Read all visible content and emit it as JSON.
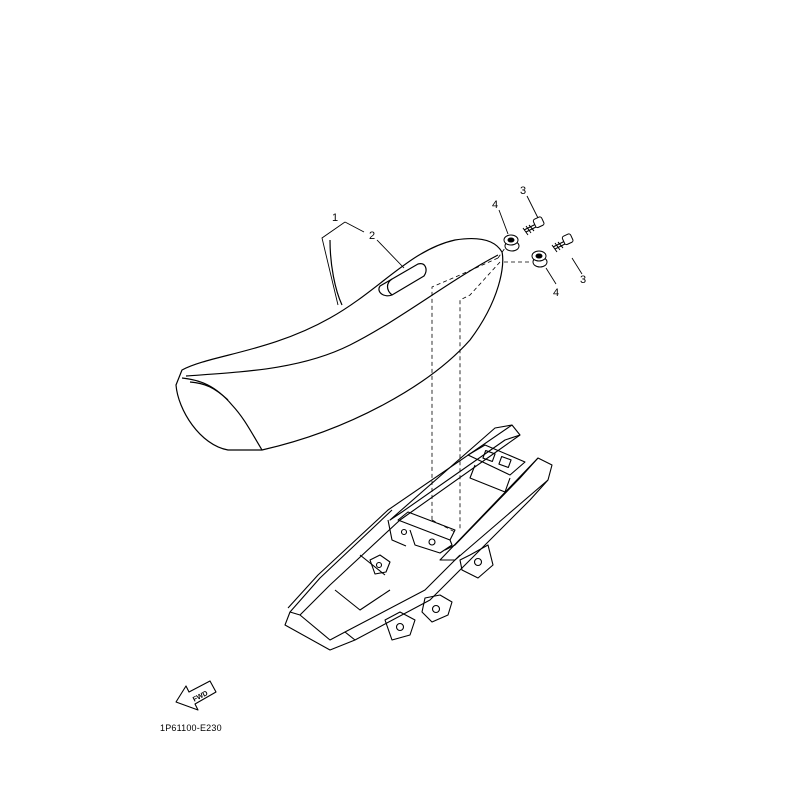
{
  "callouts": {
    "seat": "1",
    "strap": "2",
    "bolt_upper": "3",
    "bolt_lower": "3",
    "collar_upper": "4",
    "collar_lower": "4"
  },
  "fwd_label": "FWD",
  "diagram_code": "1P61100-E230",
  "colors": {
    "line": "#000000",
    "background": "#ffffff"
  }
}
